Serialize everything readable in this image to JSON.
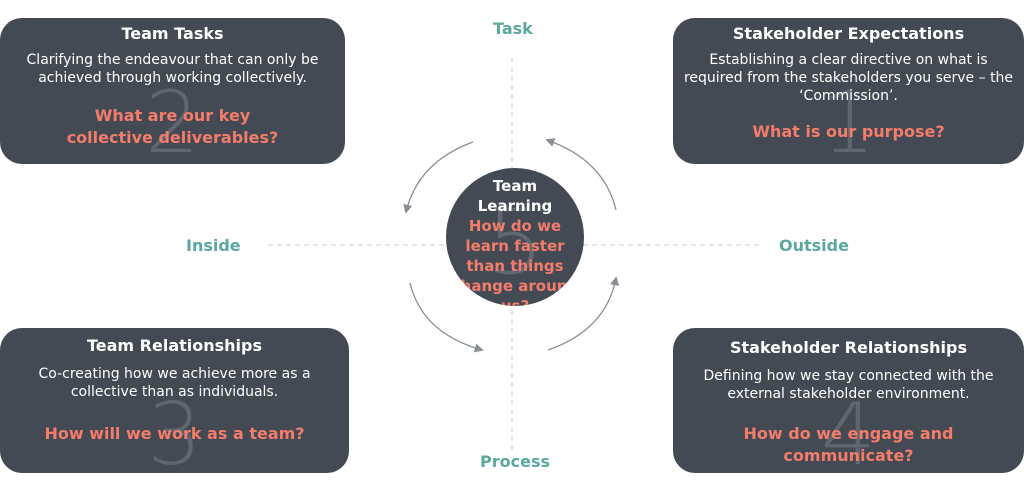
{
  "axes": {
    "top": "Task",
    "bottom": "Process",
    "left": "Inside",
    "right": "Outside"
  },
  "boxes": {
    "team_tasks": {
      "title": "Team Tasks",
      "description": "Clarifying the endeavour that can only be achieved through working collectively.",
      "question": "What are our key collective deliverables?",
      "number": "2"
    },
    "stakeholder_expectations": {
      "title": "Stakeholder Expectations",
      "description": "Establishing a clear directive on what is required from the stakeholders you serve – the ‘Commission’.",
      "question": "What is our purpose?",
      "number": "1"
    },
    "team_relationships": {
      "title": "Team Relationships",
      "description": "Co-creating how we achieve more as a collective than as individuals.",
      "question": "How will we work as a team?",
      "number": "3"
    },
    "stakeholder_relationships": {
      "title": "Stakeholder Relationships",
      "description": "Defining how we stay connected with the external stakeholder environment.",
      "question": "How do we engage and communicate?",
      "number": "4"
    }
  },
  "center": {
    "title": "Team Learning",
    "question": "How do we learn faster than things change around us?",
    "number": "5"
  },
  "colors": {
    "box_bg": "#444a53",
    "accent": "#f47c6b",
    "axis_text": "#5aa89e"
  }
}
